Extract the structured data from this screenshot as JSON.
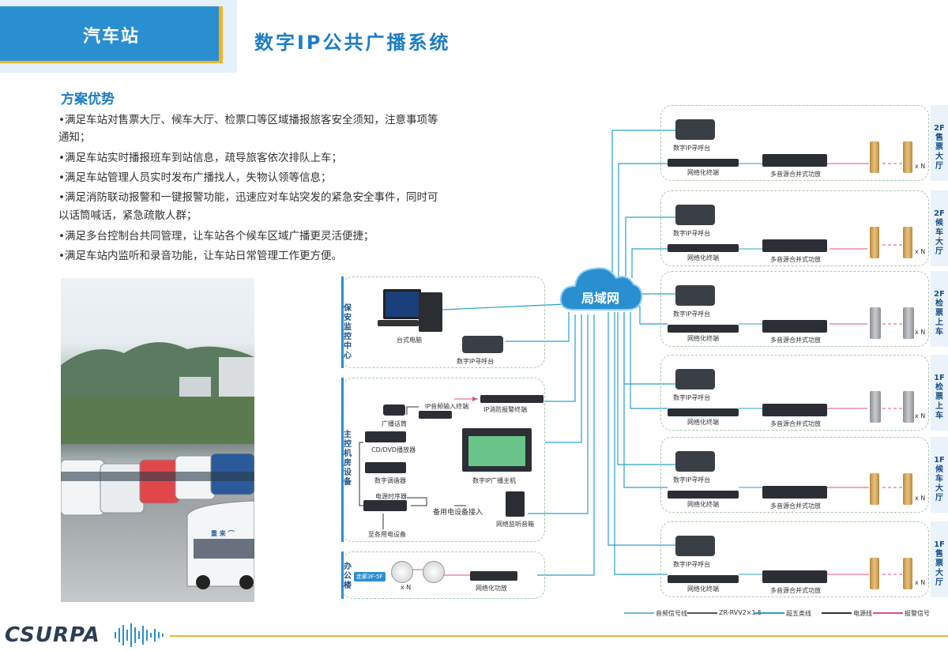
{
  "header": {
    "tab_label": "汽车站",
    "title": "数字IP公共广播系统"
  },
  "section": {
    "title": "方案优势",
    "bullets": [
      "•满足车站对售票大厅、候车大厅、检票口等区域播报旅客安全须知，注意事项等",
      "通知；",
      "•满足车站实时播报班车到站信息，疏导旅客依次排队上车；",
      "•满足车站管理人员实时发布广播找人，失物认领等信息；",
      "•满足消防联动报警和一键报警功能，迅速应对车站突发的紧急安全事件，同时可",
      "以话筒喊话，紧急疏散人群；",
      "•满足多台控制台共同管理，让车站各个候车区域广播更灵活便捷；",
      "•满足车站内监听和录音功能，让车站日常管理工作更方便。"
    ]
  },
  "photo": {
    "sign_text": "重 来 ⌒"
  },
  "cloud": {
    "label": "局域网"
  },
  "left_zones": {
    "security": {
      "tag": "保安监控中心",
      "pc_label": "台式电脑",
      "console_label": "数字IP寻呼台"
    },
    "main": {
      "tag": "主控机房设备",
      "mic_label": "广播话筒",
      "ip_input_label": "IP音频输入终端",
      "fire_label": "IP消防报警终端",
      "cd_label": "CD/DVD播放器",
      "tuner_label": "数字调谐器",
      "host_label": "数字IP广播主机",
      "power_label": "电源时序器",
      "backup_label": "备用电设备接入",
      "to_devices_label": "至各用电设备",
      "monitor_label": "网络监听音箱"
    },
    "office": {
      "tag": "办公楼",
      "corridor_label": "走廊3F-5F",
      "xn": "x N",
      "amp_label": "网络化功放"
    }
  },
  "right_zones": [
    {
      "tag": "2F售票大厅",
      "console": "数字IP寻呼台",
      "terminal": "网络化终端",
      "amp": "多音源合并式功放",
      "xn": "x N",
      "speaker": "column"
    },
    {
      "tag": "2F候车大厅",
      "console": "数字IP寻呼台",
      "terminal": "网络化终端",
      "amp": "多音源合并式功放",
      "xn": "x N",
      "speaker": "column"
    },
    {
      "tag": "2F检票上车",
      "console": "数字IP寻呼台",
      "terminal": "网络化终端",
      "amp": "多音源合并式功放",
      "xn": "x N",
      "speaker": "box"
    },
    {
      "tag": "1F检票上车",
      "console": "数字IP寻呼台",
      "terminal": "网络化终端",
      "amp": "多音源合并式功放",
      "xn": "x N",
      "speaker": "box"
    },
    {
      "tag": "1F候车大厅",
      "console": "数字IP寻呼台",
      "terminal": "网络化终端",
      "amp": "多音源合并式功放",
      "xn": "x N",
      "speaker": "column"
    },
    {
      "tag": "1F售票大厅",
      "console": "数字IP寻呼台",
      "terminal": "网络化终端",
      "amp": "多音源合并式功放",
      "xn": "x N",
      "speaker": "column"
    }
  ],
  "legend": [
    {
      "label": "音频信号线",
      "color": "#6fb7d9"
    },
    {
      "label": "ZR-RVV2×1.5",
      "color": "#555555"
    },
    {
      "label": "超五类线",
      "color": "#2aa0c8"
    },
    {
      "label": "电源线",
      "color": "#333333"
    },
    {
      "label": "报警信号",
      "color": "#e0507a"
    }
  ],
  "footer": {
    "logo": "CSURPA"
  },
  "colors": {
    "accent": "#2a8fd0",
    "highlight": "#f2b226",
    "network": "#2aa0c8",
    "alarm": "#e0507a"
  }
}
